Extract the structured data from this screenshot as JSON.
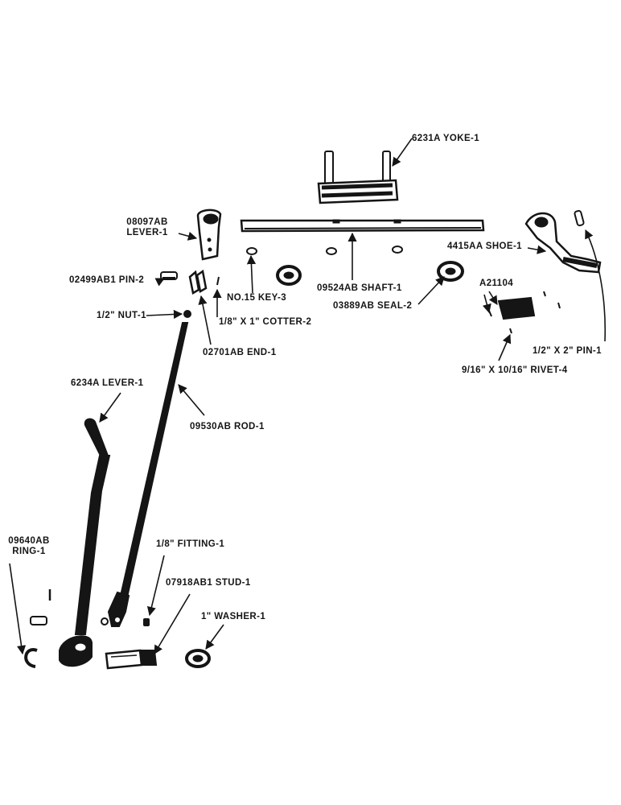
{
  "parts": {
    "yoke": "6231A YOKE-1",
    "lever_top_1": "08097AB",
    "lever_top_2": "LEVER-1",
    "shoe": "4415AA SHOE-1",
    "pin_2": "02499AB1 PIN-2",
    "key": "NO.15 KEY-3",
    "shaft": "09524AB SHAFT-1",
    "seal": "03889AB SEAL-2",
    "kit": "A21104",
    "nut": "1/2\" NUT-1",
    "cotter": "1/8\" X 1\" COTTER-2",
    "end": "02701AB END-1",
    "pin_1": "1/2\" X 2\" PIN-1",
    "rivet": "9/16\" X 10/16\" RIVET-4",
    "lever_hand": "6234A LEVER-1",
    "rod": "09530AB ROD-1",
    "ring_1": "09640AB",
    "ring_2": "RING-1",
    "fitting": "1/8\" FITTING-1",
    "stud": "07918AB1 STUD-1",
    "washer": "1\" WASHER-1"
  },
  "colors": {
    "ink": "#151515",
    "paper": "#ffffff"
  }
}
